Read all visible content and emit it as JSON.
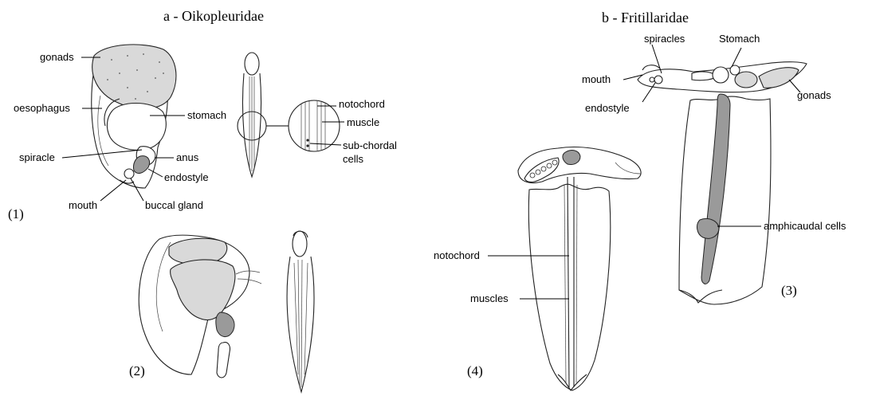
{
  "panel_a": {
    "title": "a - Oikopleuridae",
    "figure1": {
      "number": "(1)",
      "labels": {
        "gonads": "gonads",
        "oesophagus": "oesophagus",
        "stomach": "stomach",
        "spiracle": "spiracle",
        "anus": "anus",
        "endostyle": "endostyle",
        "mouth": "mouth",
        "buccal_gland": "buccal gland",
        "notochord": "notochord",
        "muscle": "muscle",
        "subchordal_line1": "sub-chordal",
        "subchordal_line2": "cells"
      }
    },
    "figure2": {
      "number": "(2)"
    }
  },
  "panel_b": {
    "title": "b - Fritillaridae",
    "figure3": {
      "number": "(3)",
      "labels": {
        "spiracles": "spiracles",
        "stomach": "Stomach",
        "mouth": "mouth",
        "endostyle": "endostyle",
        "gonads": "gonads",
        "amphicaudal_cells": "amphicaudal cells"
      }
    },
    "figure4": {
      "number": "(4)",
      "labels": {
        "notochord": "notochord",
        "muscles": "muscles"
      }
    }
  }
}
